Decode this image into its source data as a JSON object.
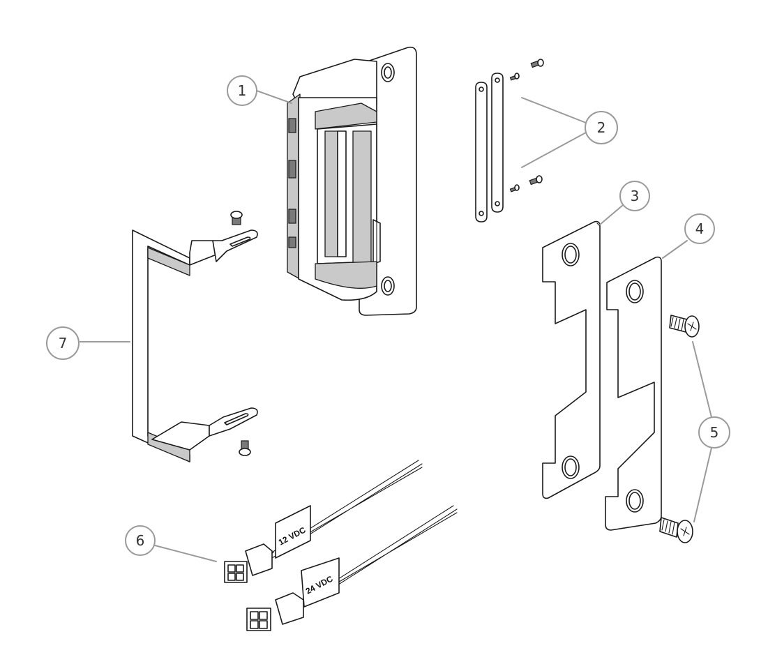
{
  "callouts": [
    {
      "id": "1",
      "label": "1",
      "part": "electric strike body"
    },
    {
      "id": "2",
      "label": "2",
      "part": "shims with screws"
    },
    {
      "id": "3",
      "label": "3",
      "part": "faceplate"
    },
    {
      "id": "4",
      "label": "4",
      "part": "faceplate"
    },
    {
      "id": "5",
      "label": "5",
      "part": "faceplate screws"
    },
    {
      "id": "6",
      "label": "6",
      "part": "wire harness"
    },
    {
      "id": "7",
      "label": "7",
      "part": "mounting bracket"
    }
  ],
  "harness_tags": {
    "tag_12": "12 VDC",
    "tag_24": "24 VDC"
  }
}
